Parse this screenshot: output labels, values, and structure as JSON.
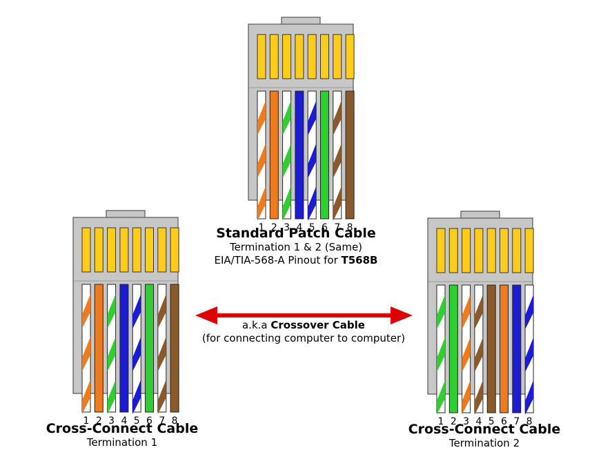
{
  "colors": {
    "white": "#ffffff",
    "orange": "#f07b1c",
    "green": "#2fcf2f",
    "blue": "#1c1cd4",
    "brown": "#8a5a2b",
    "pin": "#ffcc1a",
    "plug": "#c7c7c7",
    "arrow": "#dd0000"
  },
  "wire_orders": {
    "t568b": [
      {
        "color": "orange",
        "striped": true
      },
      {
        "color": "orange",
        "striped": false
      },
      {
        "color": "green",
        "striped": true
      },
      {
        "color": "blue",
        "striped": false
      },
      {
        "color": "blue",
        "striped": true
      },
      {
        "color": "green",
        "striped": false
      },
      {
        "color": "brown",
        "striped": true
      },
      {
        "color": "brown",
        "striped": false
      }
    ],
    "t568a": [
      {
        "color": "green",
        "striped": true
      },
      {
        "color": "green",
        "striped": false
      },
      {
        "color": "orange",
        "striped": true
      },
      {
        "color": "brown",
        "striped": true
      },
      {
        "color": "brown",
        "striped": false
      },
      {
        "color": "orange",
        "striped": false
      },
      {
        "color": "blue",
        "striped": false
      },
      {
        "color": "blue",
        "striped": true
      }
    ]
  },
  "pin_numbers": [
    "1",
    "2",
    "3",
    "4",
    "5",
    "6",
    "7",
    "8"
  ],
  "connectors": {
    "standard": {
      "title": "Standard Patch Cable",
      "line1": "Termination 1 & 2 (Same)",
      "line2_prefix": "EIA/TIA-568-A Pinout for ",
      "line2_bold": "T568B"
    },
    "cross1": {
      "title": "Cross-Connect Cable",
      "line1": "Termination 1"
    },
    "cross2": {
      "title": "Cross-Connect Cable",
      "line1": "Termination 2"
    }
  },
  "crossover": {
    "prefix": "a.k.a ",
    "bold": "Crossover Cable",
    "line2": "(for connecting computer to computer)"
  }
}
